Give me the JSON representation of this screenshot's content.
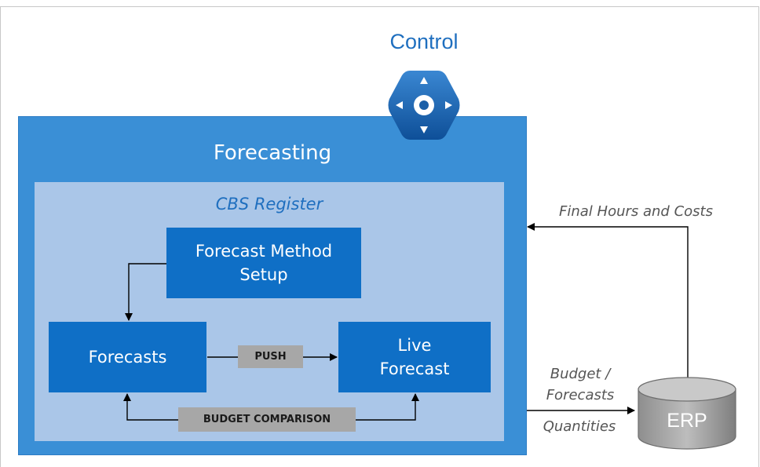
{
  "control": {
    "title": "Control",
    "icon": "directional-pad-icon"
  },
  "forecasting": {
    "title": "Forecasting"
  },
  "cbs_register": {
    "title": "CBS Register"
  },
  "nodes": {
    "forecast_method_setup": "Forecast Method\nSetup",
    "forecasts": "Forecasts",
    "live_forecast": "Live\nForecast"
  },
  "edge_labels": {
    "push": "PUSH",
    "budget_comparison": "BUDGET COMPARISON"
  },
  "external": {
    "final_hours_and_costs": "Final Hours and Costs",
    "budget_forecasts": "Budget /\nForecasts",
    "quantities": "Quantities",
    "erp": "ERP"
  },
  "colors": {
    "outer": "#3a8fd6",
    "inner": "#aac6e8",
    "node": "#0f6fc6",
    "tag": "#a7a7a7",
    "accent": "#1f6fbf"
  }
}
